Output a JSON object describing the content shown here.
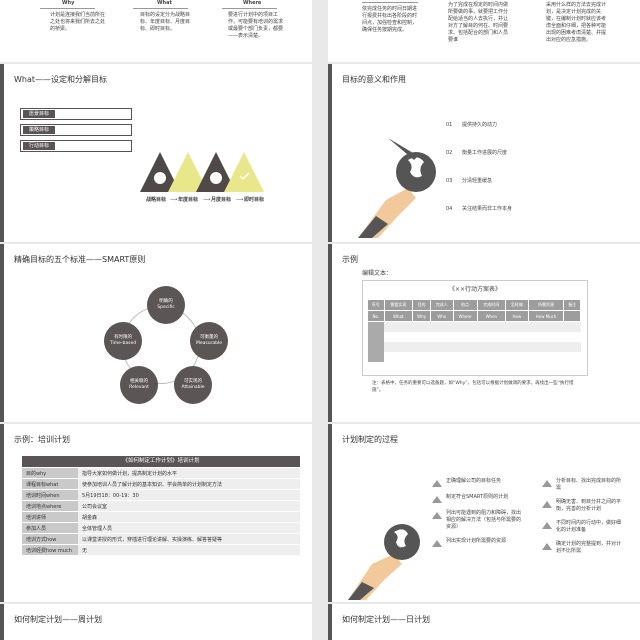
{
  "top_left": {
    "headers": [
      "Why",
      "What",
      "Where"
    ],
    "texts": [
      "计划是连接我们当前所在之处也将来我们所去之处的桥梁。",
      "目标的设定分为战略目标、年度目标、月度目标、即时目标。",
      "要进行计划中的项目工作，可能要有培训的需求或最要个部门负责，都要——表示清楚。"
    ]
  },
  "top_right": {
    "texts": [
      "依完成任务的时间日期进行报费并标出各阶段的时间点，加强检查和控制，确保任务按期完成。",
      "为了完成在规定的时间内做所要做的事，就要把工作分配给适当的人去执行，并让对方了解目的何在、时间要求、包括配合的部门和人员要谁",
      "采用什么样的方法去完成计划，是决定计划完成的关键，在编制计划时就应该考虑全面和仔细，把各种可能出现的困难考虑清楚、并提出对应的应急措施。"
    ]
  },
  "what": {
    "title": "What——设定和分解目标",
    "pills": [
      "愿景目标",
      "策略目标",
      "行动目标"
    ],
    "chain": [
      "战略目标",
      "年度目标",
      "月度目标",
      "即时目标"
    ]
  },
  "meaning": {
    "title": "目标的意义和作用",
    "items": [
      {
        "num": "01",
        "text": "提供持久的动力"
      },
      {
        "num": "02",
        "text": "衡量工作进展的尺度"
      },
      {
        "num": "03",
        "text": "分清轻重缓急"
      },
      {
        "num": "04",
        "text": "关注结果而非工作本身"
      }
    ]
  },
  "smart": {
    "title": "精确目标的五个标准——SMART原则",
    "nodes": [
      {
        "cn": "明确的",
        "en": "Specific"
      },
      {
        "cn": "可衡量的",
        "en": "Measurable"
      },
      {
        "cn": "可实现的",
        "en": "Attainable"
      },
      {
        "cn": "相关联的",
        "en": "Relevant"
      },
      {
        "cn": "有时限的",
        "en": "Time-based"
      }
    ]
  },
  "example": {
    "title": "示例",
    "subtitle": "编辑文本：",
    "doc_title": "《××行动方案表》",
    "columns": [
      "序号",
      "需要实现",
      "目的",
      "完成人",
      "地点",
      "完成时间",
      "怎样做",
      "所需资源",
      "备注"
    ],
    "columns_en": [
      "No.",
      "What",
      "Why",
      "Who",
      "Where",
      "When",
      "How",
      "How Much",
      ""
    ],
    "note": "注：表格中，任务的重要可以选备题，如“Why”，包括可以根据计划做调的要求，再找出一些“执行措施”。"
  },
  "training": {
    "title": "示例：培训计划",
    "table_title": "《如何制定工作计划》培训计划",
    "rows": [
      {
        "k": "目的why",
        "v": "指导大家如何做计划，提高制定计划的水平"
      },
      {
        "k": "课程目标what",
        "v": "使参加培训人员了解计划的基本知识、学会简单的计划制定方法"
      },
      {
        "k": "培训时间when",
        "v": "5月19日18：00-19：30"
      },
      {
        "k": "培训地点where",
        "v": "公司会议室"
      },
      {
        "k": "培训讲师",
        "v": "胡金森"
      },
      {
        "k": "参加人员",
        "v": "全体管理人员"
      },
      {
        "k": "培训方式how",
        "v": "以课堂讲授的形式，穿插进行理论讲解、实操演练、解答答疑等"
      },
      {
        "k": "培训经费how much",
        "v": "无"
      }
    ]
  },
  "process": {
    "title": "计划制定的过程",
    "left": [
      "正确理解公司的目标任务",
      "制定符合SMART原则的计划",
      "列出可能遇到的阻力和障碍，找出相应的解决方法（包括与所需要的资源）",
      "列出实现计划所需要的资源"
    ],
    "right": [
      "分析目标、找出完成目标的所需",
      "明确无害、到目分并之间的平衡，完善的分析计划",
      "不同时间内的行动中，做好细化的计划准备",
      "确定计划的完整提到，并对计划不比所需"
    ]
  },
  "week": {
    "title": "如何制定计划——周计划"
  },
  "day": {
    "title": "如何制定计划——日计划"
  },
  "colors": {
    "accent": "#e8e88a",
    "dark": "#5a5554"
  }
}
